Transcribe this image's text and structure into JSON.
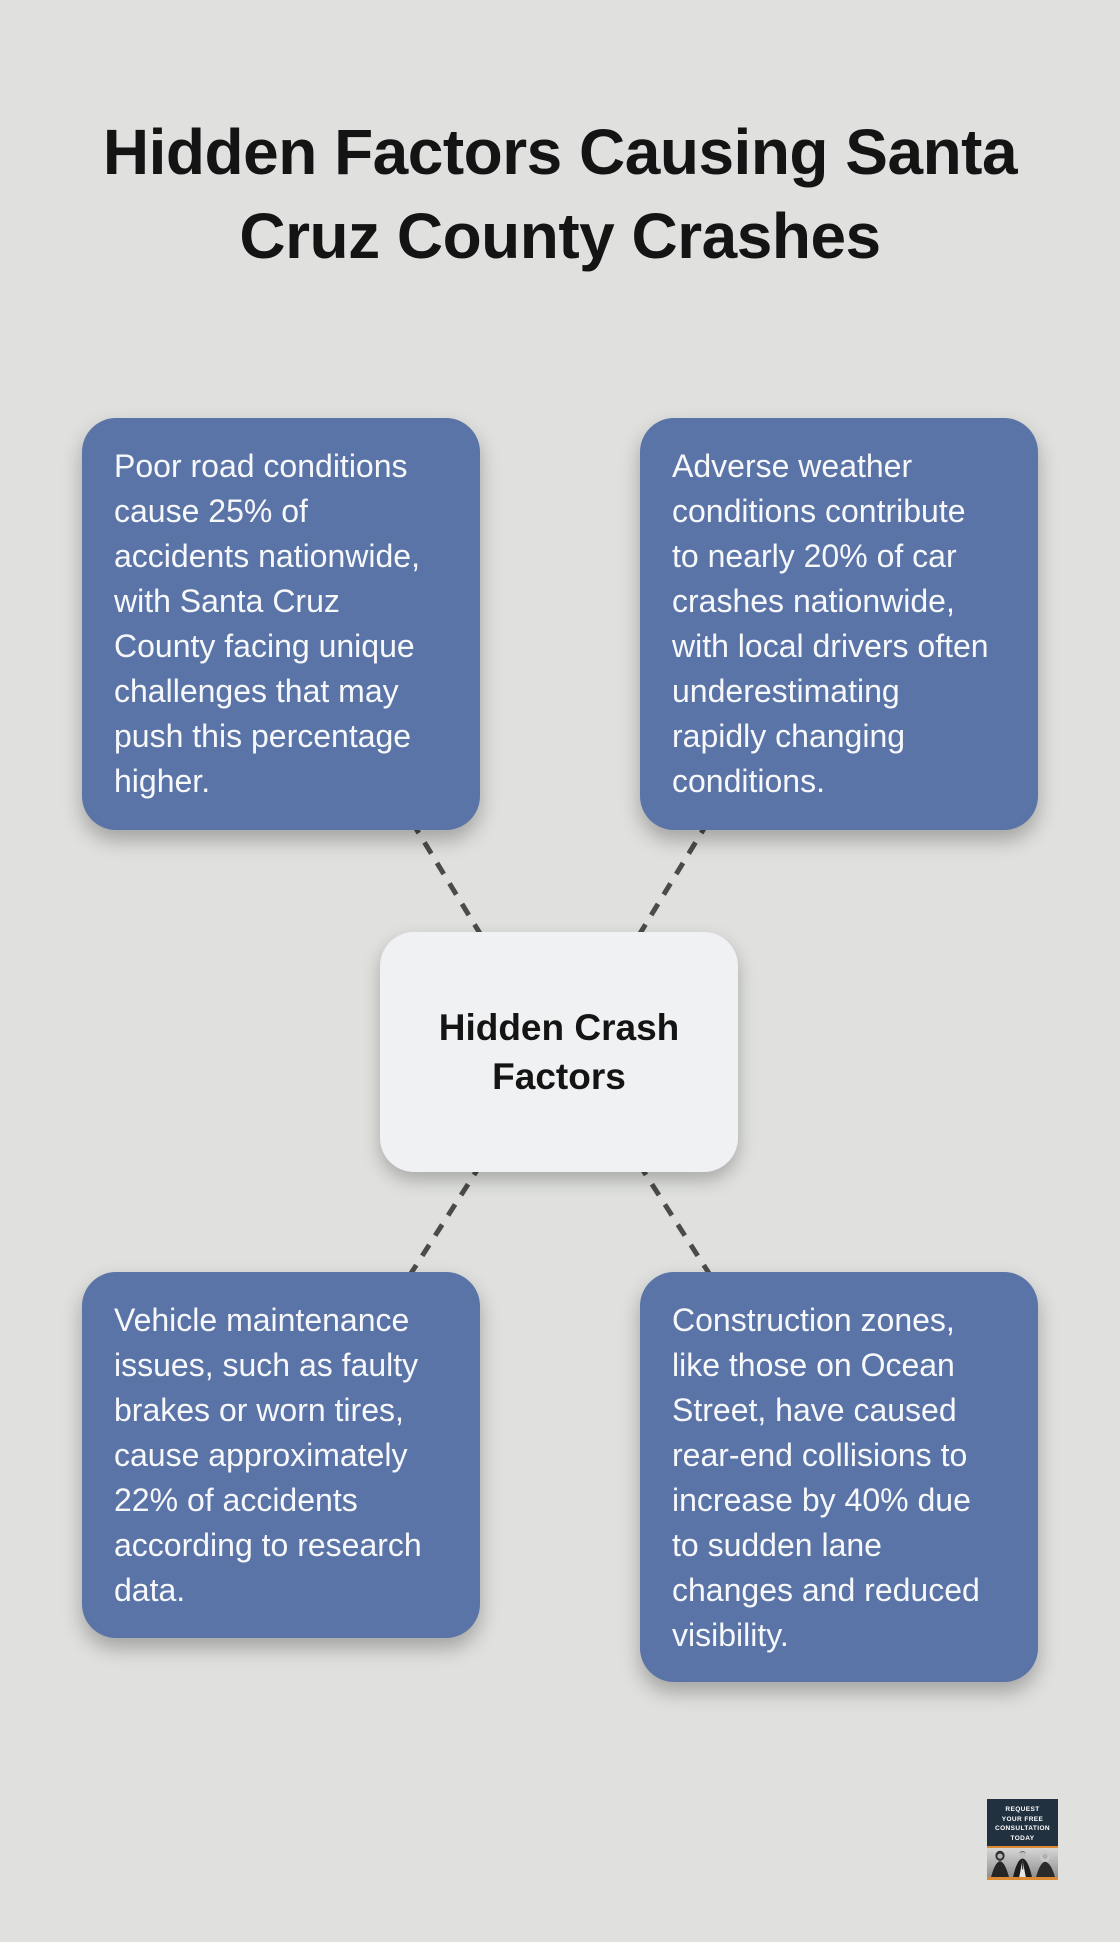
{
  "title": {
    "lines": [
      "Hidden Factors Causing Santa",
      "Cruz County Crashes"
    ]
  },
  "center_node": {
    "lines": [
      "Hidden Crash",
      "Factors"
    ]
  },
  "cards": {
    "top_left": {
      "topic": "poor-road-conditions",
      "lines": [
        "Poor road conditions",
        "cause 25% of",
        "accidents nationwide,",
        "with Santa Cruz",
        "County facing unique",
        "challenges that may",
        "push this percentage",
        "higher."
      ]
    },
    "top_right": {
      "topic": "adverse-weather",
      "lines": [
        "Adverse weather",
        "conditions contribute",
        "to nearly 20% of car",
        "crashes nationwide,",
        "with local drivers often",
        "underestimating",
        "rapidly changing",
        "conditions."
      ]
    },
    "bottom_left": {
      "topic": "vehicle-maintenance",
      "lines": [
        "Vehicle maintenance",
        "issues, such as faulty",
        "brakes or worn tires,",
        "cause approximately",
        "22% of accidents",
        "according to research",
        "data."
      ]
    },
    "bottom_right": {
      "topic": "construction-zones",
      "lines": [
        "Construction zones,",
        "like those on Ocean",
        "Street, have caused",
        "rear-end collisions to",
        "increase by 40% due",
        "to sudden lane",
        "changes and reduced",
        "visibility."
      ]
    }
  },
  "badge": {
    "cta_lines": [
      "REQUEST",
      "YOUR FREE",
      "CONSULTATION",
      "TODAY"
    ]
  },
  "colors": {
    "background": "#e0e1de",
    "card_blue": "#5b74a8",
    "card_text": "#f7f8fa",
    "center_bg": "#f0f1f2",
    "title_text": "#141414",
    "connector_dash": "#4b4b4b",
    "badge_navy": "#223140",
    "badge_orange": "#dd8a33"
  }
}
